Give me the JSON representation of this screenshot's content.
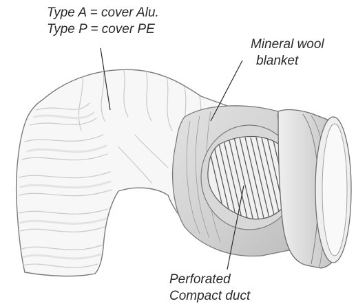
{
  "labels": {
    "cover_type_a": "Type A = cover Alu.",
    "cover_type_p": "Type P = cover PE",
    "mineral_wool_line1": "Mineral wool",
    "mineral_wool_line2": "blanket",
    "perforated_line1": "Perforated",
    "perforated_line2": "Compact duct"
  },
  "colors": {
    "outline": "#7a7a7a",
    "cover_fill": "#f7f7f7",
    "fold_shadow": "#d9d9d9",
    "wool_fill": "#e6e6e6",
    "collar_fill": "#d2d2d2",
    "hatch": "#5a5a5a",
    "text": "#2a2a2a"
  }
}
